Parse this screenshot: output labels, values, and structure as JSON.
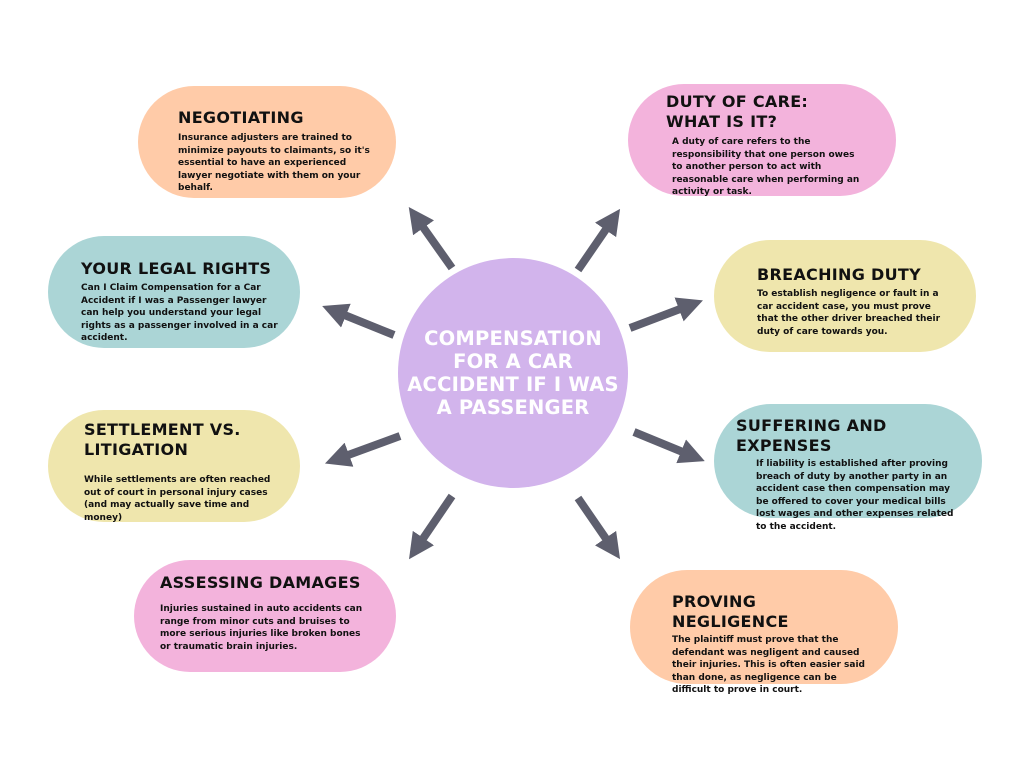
{
  "center": {
    "title": "COMPENSATION\nFOR A CAR\nACCIDENT IF I WAS\nA PASSENGER"
  },
  "colors": {
    "peach": "#ffcba8",
    "pink": "#f3b3dc",
    "teal": "#abd5d6",
    "yellow": "#efe6ad",
    "center": "#d2b4ec",
    "arrow": "#5e5f6e"
  },
  "topics": {
    "negotiating": {
      "heading": "NEGOTIATING",
      "body": "Insurance adjusters are trained to minimize payouts to claimants, so it's essential to have an experienced lawyer negotiate with them on your behalf."
    },
    "duty_of_care": {
      "heading": "DUTY OF CARE: WHAT IS IT?",
      "body": "A duty of care refers to the responsibility that one person owes to another person to act with reasonable care when performing an activity or task."
    },
    "legal_rights": {
      "heading": "YOUR LEGAL RIGHTS",
      "body": "Can I Claim Compensation for a Car Accident if I was a Passenger lawyer can help you understand your legal rights as a passenger involved in a car accident."
    },
    "breaching_duty": {
      "heading": "BREACHING DUTY",
      "body": "To establish negligence or fault in a car accident case, you must prove that the other driver breached their duty of care towards you."
    },
    "settlement": {
      "heading": "SETTLEMENT VS. LITIGATION",
      "body": "While settlements are often reached out of court in personal injury cases (and may actually save time and money)"
    },
    "suffering": {
      "heading": "SUFFERING AND EXPENSES",
      "body": "If liability is established after proving breach of duty by another party in an accident case then compensation may be offered to cover your medical bills lost wages and other expenses related to the accident."
    },
    "damages": {
      "heading": "ASSESSING DAMAGES",
      "body": "Injuries sustained in auto accidents can range from minor cuts and bruises to more serious injuries like broken bones or traumatic brain injuries."
    },
    "negligence": {
      "heading": "PROVING NEGLIGENCE",
      "body": "The plaintiff must prove that the defendant was negligent and caused their injuries. This is often easier said than done, as negligence can be difficult to prove in court."
    }
  }
}
